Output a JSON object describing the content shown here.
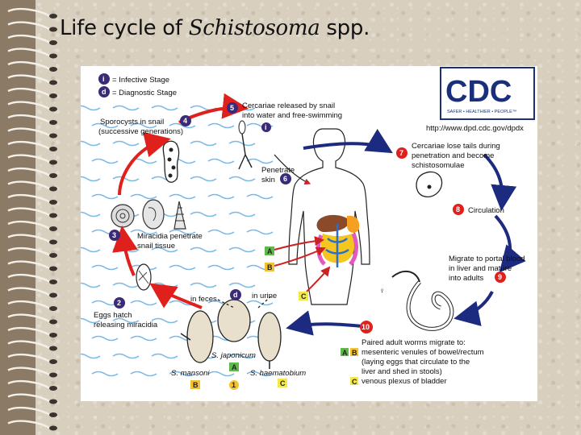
{
  "slide": {
    "title_prefix": "Life cycle of ",
    "title_italic": "Schistosoma",
    "title_suffix": " spp."
  },
  "legend": {
    "infective_label": "= Infective Stage",
    "diagnostic_label": "= Diagnostic Stage",
    "infective_letter": "i",
    "diagnostic_letter": "d"
  },
  "logo": {
    "text": "CDC",
    "tagline": "SAFER • HEALTHIER • PEOPLE™",
    "url": "http://www.dpd.cdc.gov/dpdx"
  },
  "steps": [
    {
      "num": "1",
      "text": ""
    },
    {
      "num": "2",
      "text_lines": [
        "Eggs hatch",
        "releasing miracidia"
      ]
    },
    {
      "num": "3",
      "text_lines": [
        "Miracidia penetrate",
        "snail tissue"
      ]
    },
    {
      "num": "4",
      "text_lines": [
        "Sporocysts in snail",
        "(successive generations)"
      ]
    },
    {
      "num": "5",
      "text_lines": [
        "Cercariae released by snail",
        "into water and free-swimming"
      ]
    },
    {
      "num": "6",
      "text_lines": [
        "Penetrate",
        "skin"
      ]
    },
    {
      "num": "7",
      "text_lines": [
        "Cercariae lose tails during",
        "penetration and become",
        "schistosomulae"
      ]
    },
    {
      "num": "8",
      "text_lines": [
        "Circulation"
      ]
    },
    {
      "num": "9",
      "text_lines": [
        "Migrate to portal blood",
        "in liver and mature",
        "into adults"
      ]
    },
    {
      "num": "10",
      "text_lines": [
        "Paired adult worms migrate to:",
        "mesenteric venules of bowel/rectum",
        "(laying eggs that circulate to the",
        "liver and shed in stools)",
        "venous plexus of bladder"
      ]
    }
  ],
  "eggs": {
    "in_feces": "in feces",
    "in_urine": "in urine",
    "mansoni": "S. mansoni",
    "japonicum": "S. japonicum",
    "haematobium": "S. haematobium"
  },
  "letters": {
    "A": "A",
    "B": "B",
    "C": "C"
  },
  "symbols": {
    "female_male": "♀"
  },
  "colors": {
    "arrow_red": "#e0201c",
    "arrow_blue": "#1c2a80",
    "step_circle": "#3a2a78",
    "badge_A": "#5fb84a",
    "badge_B": "#f2c230",
    "badge_C": "#f3e84a",
    "liver": "#8b4a2a",
    "stomach": "#f5a020",
    "intestine": "#f5c520",
    "colon": "#e05abf",
    "vessels": "#2a6fcc",
    "cdc_blue": "#1a2f7a"
  }
}
